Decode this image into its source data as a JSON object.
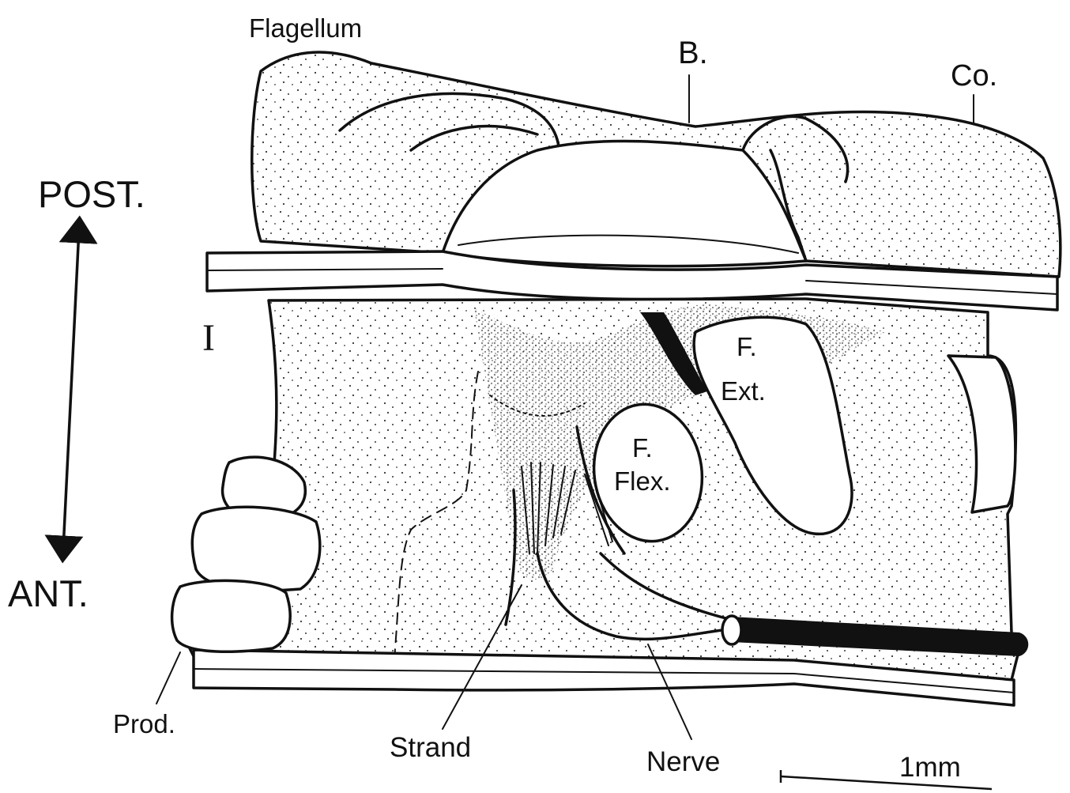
{
  "figure": {
    "labels": {
      "flagellum": "Flagellum",
      "b": "B.",
      "co": "Co.",
      "post": "POST.",
      "ant": "ANT.",
      "segment": "I",
      "f_ext_line1": "F.",
      "f_ext_line2": "Ext.",
      "f_flex_line1": "F.",
      "f_flex_line2": "Flex.",
      "prod": "Prod.",
      "strand": "Strand",
      "nerve": "Nerve",
      "scale": "1mm"
    }
  }
}
